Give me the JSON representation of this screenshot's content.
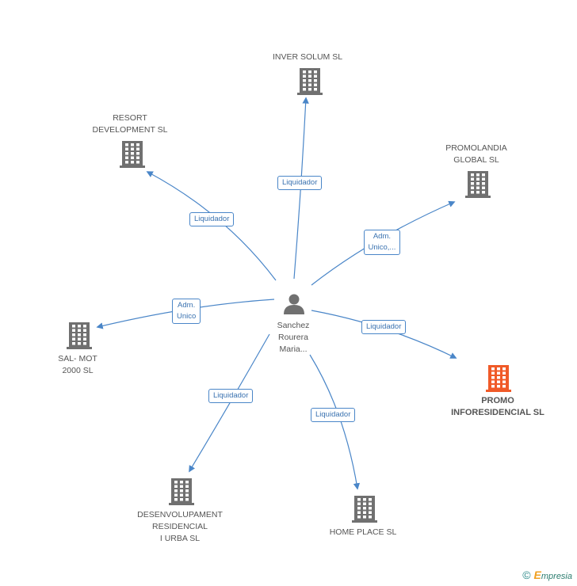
{
  "center": {
    "name": "Sanchez\nRourera\nMaria...",
    "icon": "person-icon"
  },
  "nodes": [
    {
      "id": "inver",
      "name": "INVER SOLUM SL",
      "icon": "building-icon",
      "highlight": false
    },
    {
      "id": "resort",
      "name": "RESORT\nDEVELOPMENT SL",
      "icon": "building-icon",
      "highlight": false
    },
    {
      "id": "promolandia",
      "name": "PROMOLANDIA\nGLOBAL SL",
      "icon": "building-icon",
      "highlight": false
    },
    {
      "id": "salmot",
      "name": "SAL- MOT\n2000 SL",
      "icon": "building-icon",
      "highlight": false
    },
    {
      "id": "promo",
      "name": "PROMO\nINFORESIDENCIAL SL",
      "icon": "building-icon",
      "highlight": true
    },
    {
      "id": "desenv",
      "name": "DESENVOLUPAMENT\nRESIDENCIAL\nI URBA SL",
      "icon": "building-icon",
      "highlight": false
    },
    {
      "id": "home",
      "name": "HOME PLACE SL",
      "icon": "building-icon",
      "highlight": false
    }
  ],
  "edges": [
    {
      "to": "inver",
      "label": "Liquidador"
    },
    {
      "to": "resort",
      "label": "Liquidador"
    },
    {
      "to": "promolandia",
      "label": "Adm.\nUnico,..."
    },
    {
      "to": "salmot",
      "label": "Adm.\nUnico"
    },
    {
      "to": "promo",
      "label": "Liquidador"
    },
    {
      "to": "desenv",
      "label": "Liquidador"
    },
    {
      "to": "home",
      "label": "Liquidador"
    }
  ],
  "colors": {
    "edge": "#4a86c8",
    "icon": "#707070",
    "highlight_icon": "#f05a28"
  },
  "footer": {
    "copyright": "©",
    "brand_initial": "E",
    "brand_rest": "mpresia"
  }
}
